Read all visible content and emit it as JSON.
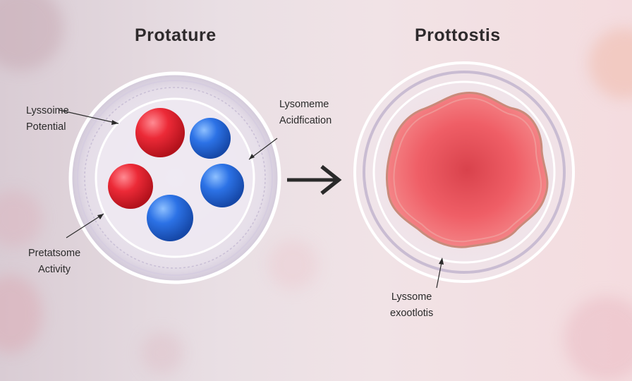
{
  "titles": {
    "left": "Protature",
    "right": "Prottostis"
  },
  "labels": {
    "lysosome_potential": [
      "Lyssoime",
      "Potential"
    ],
    "lysosome_acidification": [
      "Lysomeme",
      "Acidfication"
    ],
    "pretasome_activity": [
      "Pretatsome",
      "Activity"
    ],
    "lysosome_exocytosis": [
      "Lyssome",
      "exootlotis"
    ]
  },
  "colors": {
    "red_sphere": "#e8202f",
    "blue_sphere": "#1f63d8",
    "cell_pink": "#ee5f66",
    "arrow": "#2a2a2a"
  }
}
